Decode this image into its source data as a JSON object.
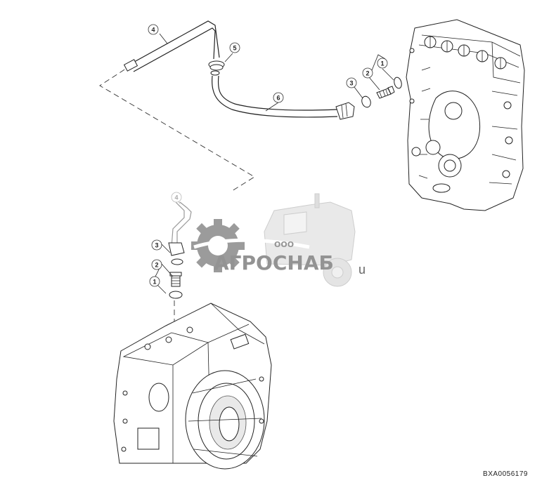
{
  "callouts_top": [
    "4",
    "5",
    "6",
    "3",
    "2",
    "1"
  ],
  "callouts_bottom": [
    "4",
    "3",
    "2",
    "1"
  ],
  "watermark": {
    "small": "ООО",
    "brand": "АГРОСНАБ",
    "suffix": "u",
    "color": "#6f6f6f"
  },
  "reference_code": "BXA0056179"
}
